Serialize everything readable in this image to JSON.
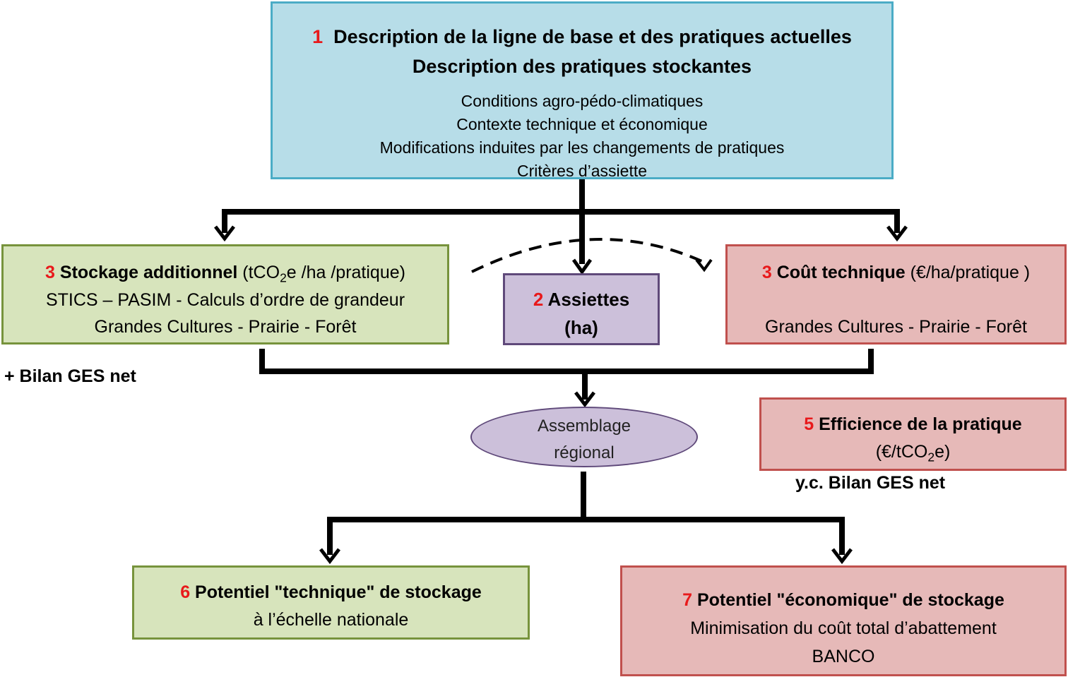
{
  "box1": {
    "number": "1",
    "title_line1": "Description de la ligne de base  et des pratiques actuelles",
    "title_line2": "Description des pratiques stockantes",
    "lines": [
      "Conditions agro-pédo-climatiques",
      "Contexte technique et économique",
      "Modifications induites par les changements de pratiques",
      "Critères d’assiette"
    ]
  },
  "box3_left": {
    "number": "3",
    "title": "Stockage additionnel",
    "unit_prefix": "(tCO",
    "unit_sub": "2",
    "unit_suffix": "e /ha /pratique)",
    "line2": "STICS – PASIM - Calculs d’ordre de grandeur",
    "line3": "Grandes Cultures - Prairie - Forêt"
  },
  "box2": {
    "number": "2",
    "title": "Assiettes",
    "unit": "(ha)"
  },
  "box3_right": {
    "number": "3",
    "title": "Coût technique",
    "unit": "(€/ha/pratique )",
    "line3": "Grandes Cultures - Prairie - Forêt"
  },
  "note_left": "+ Bilan GES net",
  "ellipse": {
    "line1": "Assemblage",
    "line2": "régional"
  },
  "box5": {
    "number": "5",
    "title": "Efficience de la pratique",
    "unit_prefix": "(€/tCO",
    "unit_sub": "2",
    "unit_suffix": "e)"
  },
  "note_right": "y.c. Bilan GES net",
  "box6": {
    "number": "6",
    "title": "Potentiel \"technique\" de stockage",
    "line2": "à l’échelle nationale"
  },
  "box7": {
    "number": "7",
    "title": "Potentiel \"économique\" de stockage",
    "line2": "Minimisation du coût total d’abattement",
    "line3": "BANCO"
  }
}
